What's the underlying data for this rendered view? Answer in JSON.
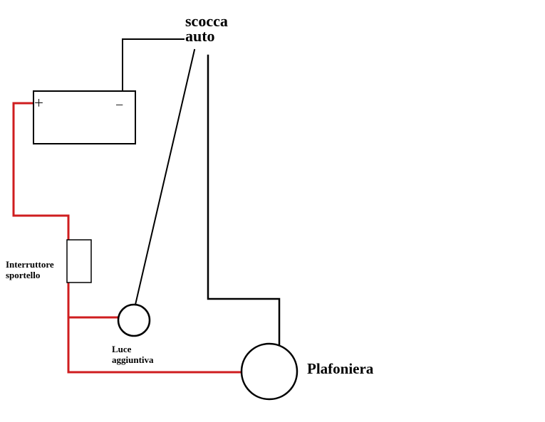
{
  "diagram": {
    "type": "automotive-wiring-diagram",
    "labels": {
      "chassis_ground": "scocca\nauto",
      "battery_positive": "+",
      "battery_negative": "−",
      "door_switch": "Interruttore\nsportello",
      "additional_light": "Luce\naggiuntiva",
      "dome_light": "Plafoniera"
    },
    "colors": {
      "wire_positive": "#cf1d1f",
      "wire_ground": "#000000",
      "component_outline": "#000000",
      "background": "#ffffff"
    }
  }
}
